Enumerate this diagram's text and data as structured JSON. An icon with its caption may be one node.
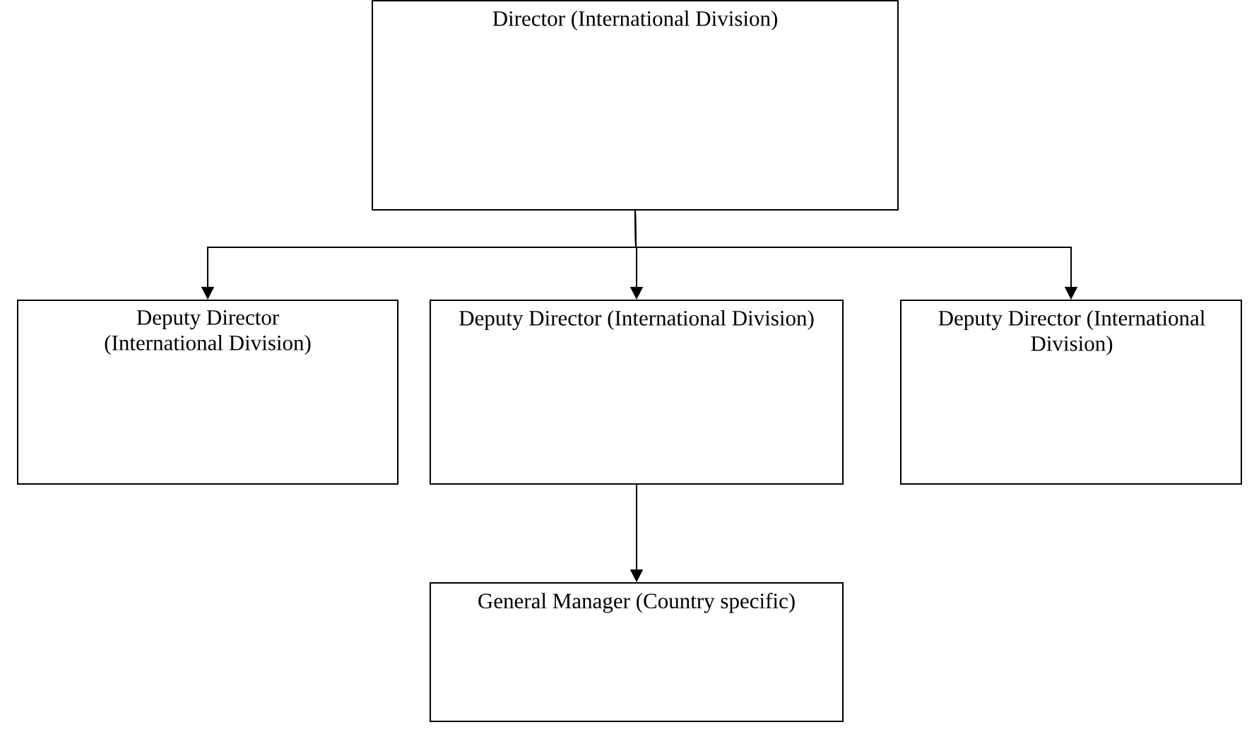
{
  "diagram": {
    "nodes": [
      {
        "text": [
          "Director (International Division)"
        ]
      },
      {
        "text": [
          "Deputy Director (International Division)"
        ]
      },
      {
        "text": [
          "Deputy Director (International Division)"
        ]
      },
      {
        "text": [
          "Deputy Director (International Division)"
        ]
      },
      {
        "text": [
          "General Manager (Country specific)"
        ]
      }
    ],
    "edges": [
      {
        "from": 0,
        "to": 1,
        "arrow": "to"
      },
      {
        "from": 0,
        "to": 2,
        "arrow": "to"
      },
      {
        "from": 0,
        "to": 3,
        "arrow": "to"
      },
      {
        "from": 2,
        "to": 4,
        "arrow": "to"
      }
    ]
  }
}
